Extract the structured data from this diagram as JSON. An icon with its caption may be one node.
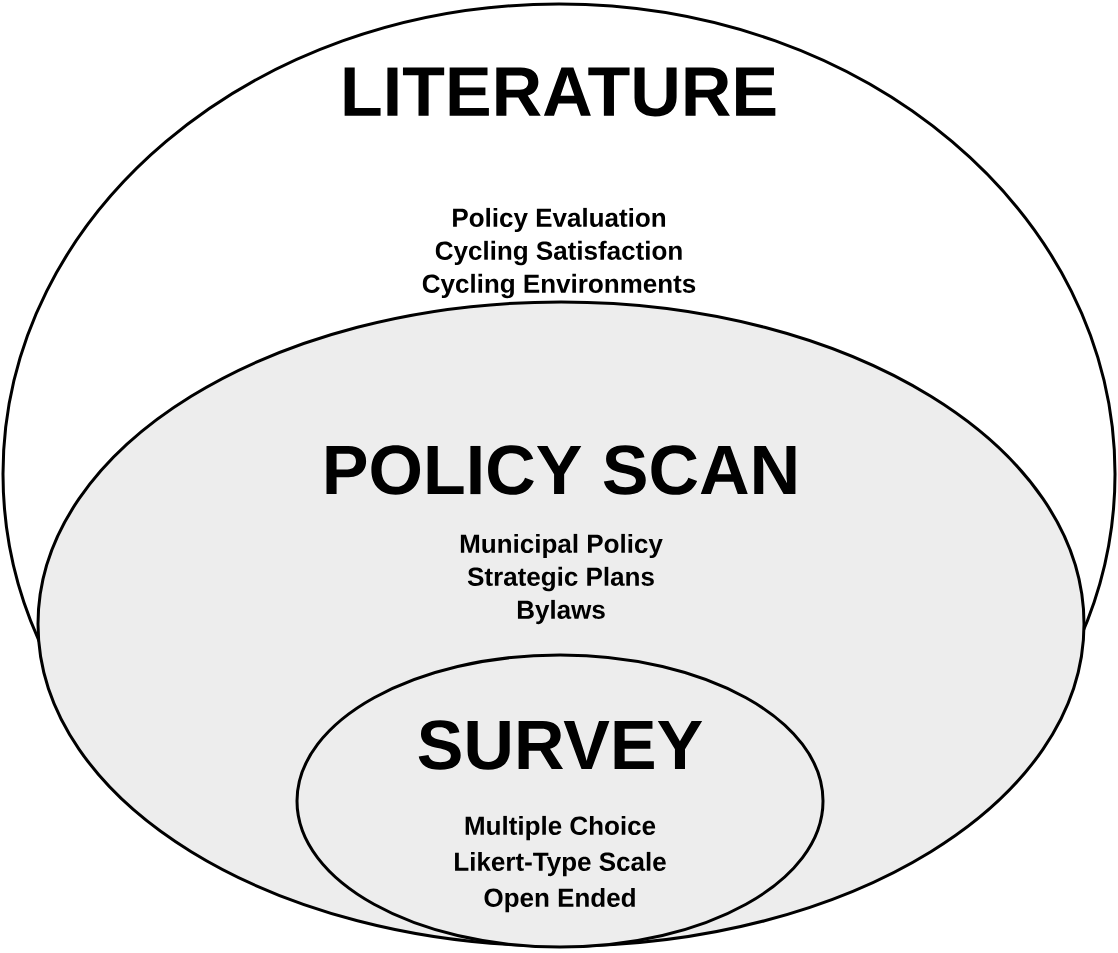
{
  "diagram": {
    "nodes": [
      {
        "text": [
          "LITERATURE",
          "Policy Evaluation",
          "Cycling Satisfaction",
          "Cycling Environments"
        ]
      },
      {
        "text": [
          "POLICY SCAN",
          "Municipal Policy",
          "Strategic Plans",
          "Bylaws"
        ],
        "in": 0
      },
      {
        "text": [
          "SURVEY",
          "Multiple Choice",
          "Likert-Type Scale",
          "Open Ended"
        ],
        "in": 1
      }
    ]
  }
}
